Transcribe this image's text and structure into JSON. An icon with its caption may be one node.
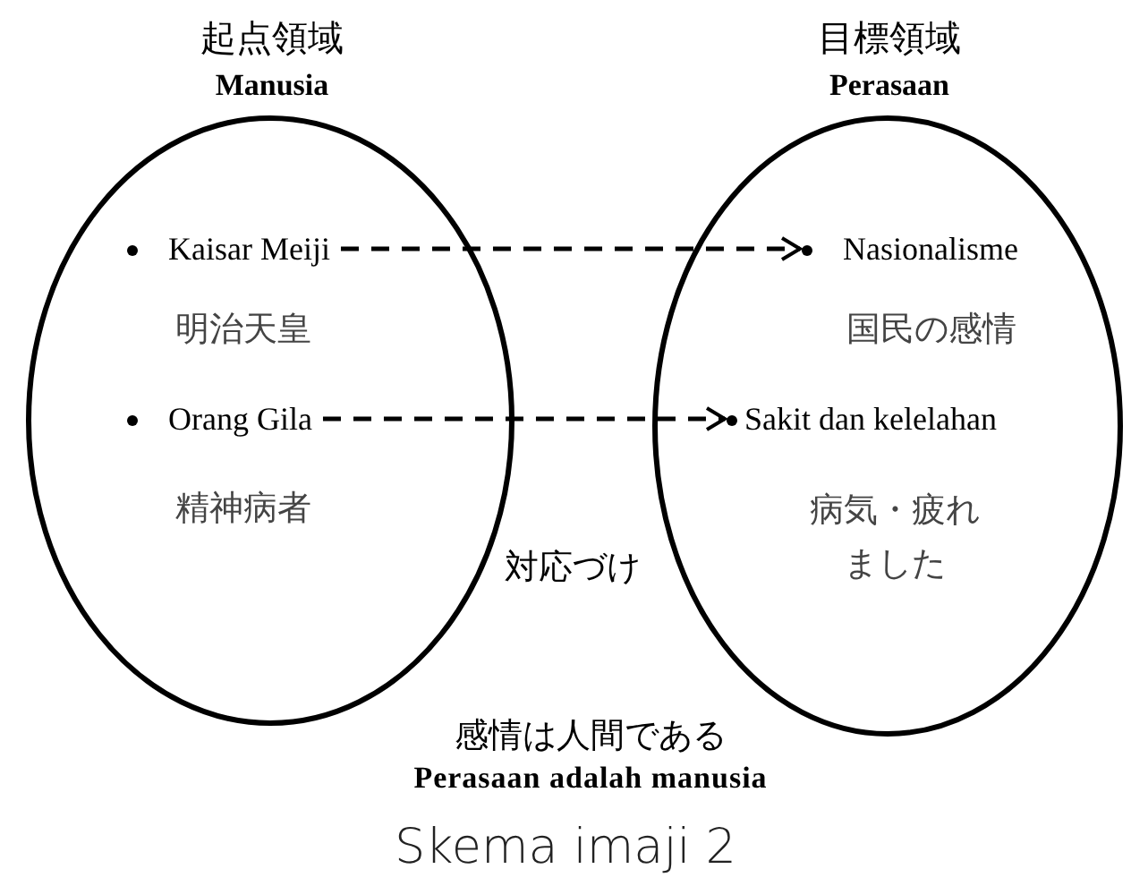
{
  "diagram": {
    "caption": "Skema imaji 2",
    "nodes": [
      {
        "text": [
          "起点領域",
          "Manusia"
        ]
      },
      {
        "text": [
          "Kaisar Meiji"
        ],
        "in": 0
      },
      {
        "text": [
          "Orang Gila"
        ],
        "in": 0
      },
      {
        "text": [
          "目標領域",
          "Perasaan"
        ]
      },
      {
        "text": [
          "Nasionalisme"
        ],
        "in": 3
      },
      {
        "text": [
          "Sakit dan kelelahan"
        ],
        "in": 3
      }
    ],
    "edges": [
      {
        "from": 1,
        "to": 4,
        "arrow": "to",
        "style": "dashed"
      },
      {
        "from": 2,
        "to": 5,
        "arrow": "to",
        "style": "dashed"
      }
    ],
    "labels": [
      "明治天皇",
      "国民の感情",
      "精神病者",
      "病気・疲れました",
      "対応づけ",
      "感情は人間である",
      "Perasaan adalah manusia"
    ]
  }
}
